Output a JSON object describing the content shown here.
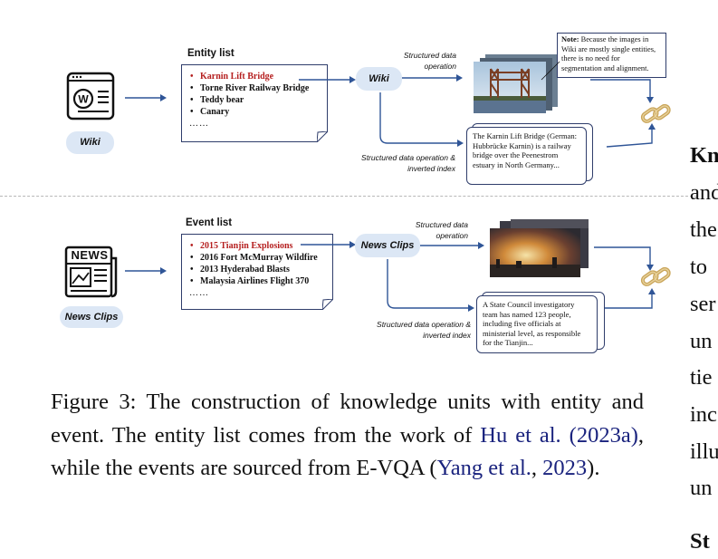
{
  "wiki_row": {
    "source_label": "Wiki",
    "list_title": "Entity list",
    "items": [
      "Karnin Lift Bridge",
      "Torne River Railway Bridge",
      "Teddy bear",
      "Canary"
    ],
    "ellipsis": "……",
    "node_label": "Wiki",
    "op_top": "Structured data operation",
    "op_bottom": "Structured data operation & inverted index",
    "note_bold": "Note:",
    "note_text": "Because the images in Wiki are mostly single entities, there is no need for segmentation and alignment.",
    "text_card": "The Karnin Lift Bridge (German: Hubbrücke Karnin) is a railway bridge over the Peenestrom estuary in North Germany..."
  },
  "news_row": {
    "source_label": "News Clips",
    "icon_text": "NEWS",
    "list_title": "Event list",
    "items": [
      "2015 Tianjin Explosions",
      "2016 Fort McMurray Wildfire",
      "2013 Hyderabad Blasts",
      "Malaysia Airlines Flight 370"
    ],
    "ellipsis": "……",
    "node_label": "News Clips",
    "op_top": "Structured data operation",
    "op_bottom": "Structured data operation & inverted index",
    "text_card": "A State Council investigatory team has named 123 people, including five officials at ministerial level, as responsible for the Tianjin..."
  },
  "caption": {
    "lead": "Figure 3:  The construction of knowledge units with entity and event. The entity list comes from the work of ",
    "cite1_author": "Hu et al.",
    "cite1_year": "(2023a)",
    "mid": ", while the events are sourced from E-VQA (",
    "cite2_author": "Yang et al.",
    "cite2_sep": ", ",
    "cite2_year": "2023",
    "end": ")."
  },
  "right_column": {
    "lines": [
      "Kn",
      "and",
      "the",
      "to",
      "ser",
      "un",
      "tie",
      "inc",
      "illu",
      "un"
    ],
    "bottom": "St"
  },
  "colors": {
    "highlight": "#b51f1f",
    "box_border": "#2f3d6b",
    "pill_bg": "#dce7f5",
    "cite": "#1a237e",
    "link_icon": "#d7b56d"
  }
}
